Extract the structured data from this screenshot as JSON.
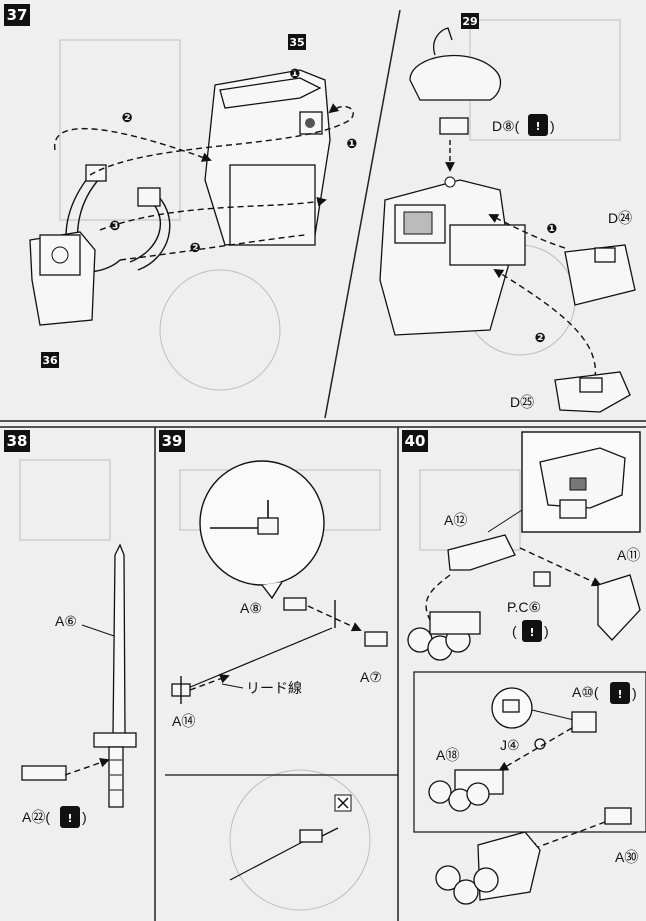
{
  "steps": [
    {
      "number": "37",
      "callouts": [
        "35",
        "36",
        "29"
      ],
      "markers": [
        "❶",
        "❷",
        "❸"
      ],
      "labels": {
        "d8": "D⑧(",
        "d24": "D㉔",
        "d25": "D㉕"
      }
    },
    {
      "number": "38",
      "labels": {
        "a6": "A⑥",
        "a22": "A㉒("
      }
    },
    {
      "number": "39",
      "labels": {
        "a8": "A⑧",
        "a7": "A⑦",
        "a14": "A⑭",
        "wire": "リード線"
      }
    },
    {
      "number": "40",
      "labels": {
        "a12": "A⑫",
        "a11": "A⑪",
        "pc": "P.C⑥",
        "a10": "A⑩(",
        "a18": "A⑱",
        "j4": "J④",
        "a30": "A㉚"
      }
    }
  ],
  "caution": {
    "symbol": "!",
    "close": ")"
  },
  "colors": {
    "ink": "#111111",
    "paper": "#efefef",
    "ghost": "#bdbdbd"
  }
}
